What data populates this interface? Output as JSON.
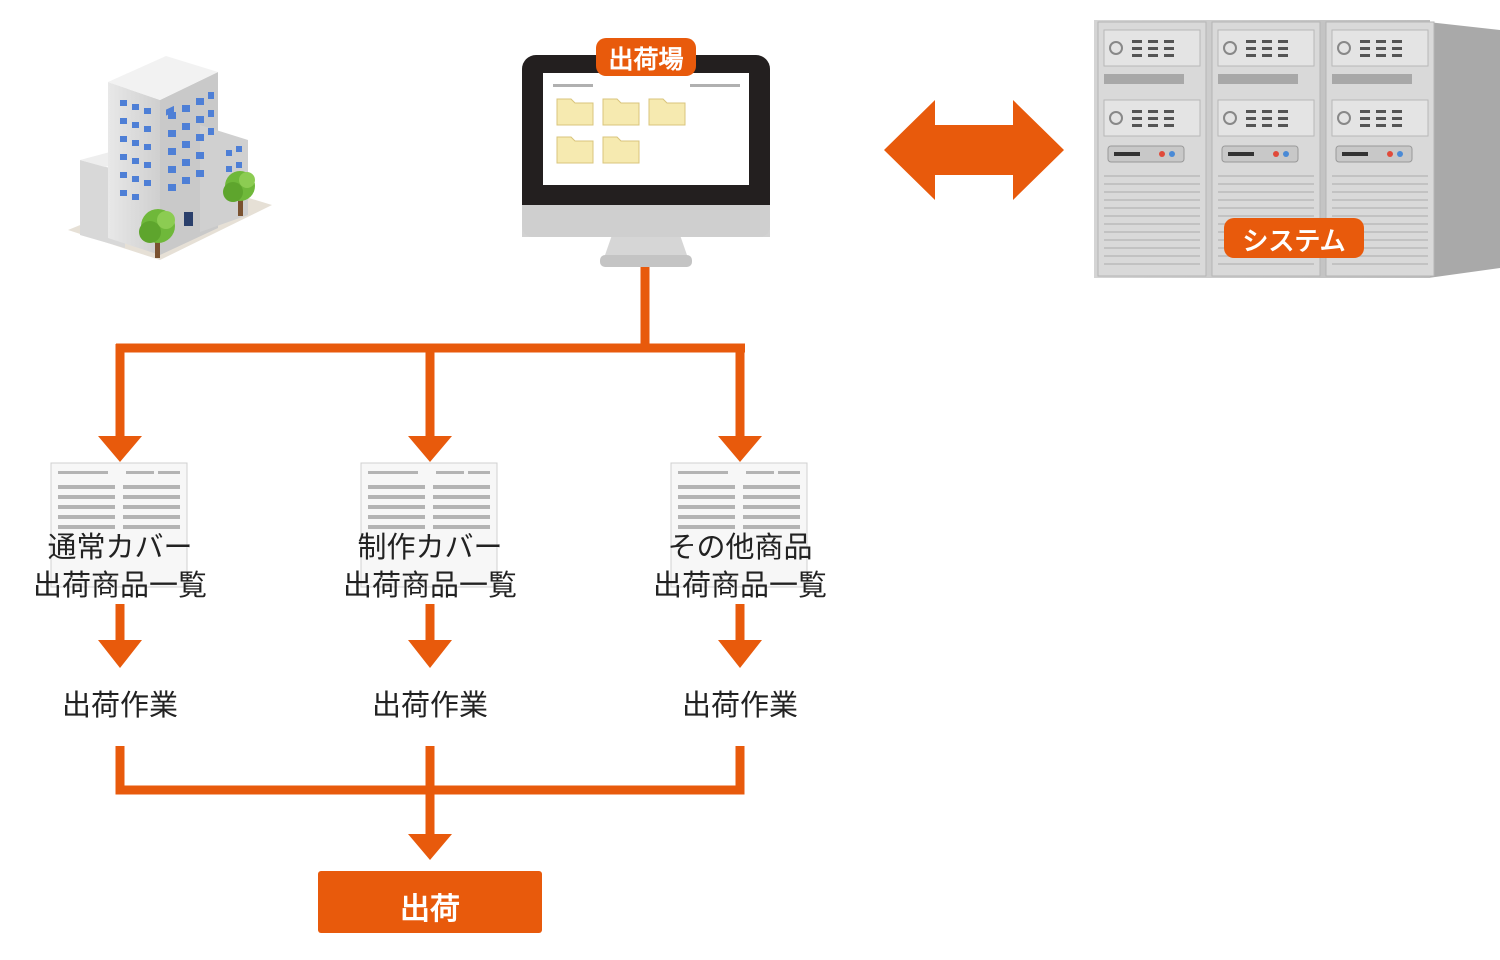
{
  "colors": {
    "accent": "#e85a0c",
    "text": "#222222"
  },
  "icons": [
    "office-building-icon",
    "monitor-icon",
    "folder-icon",
    "server-rack-icon",
    "document-icon",
    "double-arrow-icon",
    "arrow-down-icon"
  ],
  "monitor_label": "出荷場",
  "server_label": "システム",
  "documents": [
    {
      "line1": "通常カバー",
      "line2": "出荷商品一覧"
    },
    {
      "line1": "制作カバー",
      "line2": "出荷商品一覧"
    },
    {
      "line1": "その他商品",
      "line2": "出荷商品一覧"
    }
  ],
  "work_label": "出荷作業",
  "final_label": "出荷"
}
